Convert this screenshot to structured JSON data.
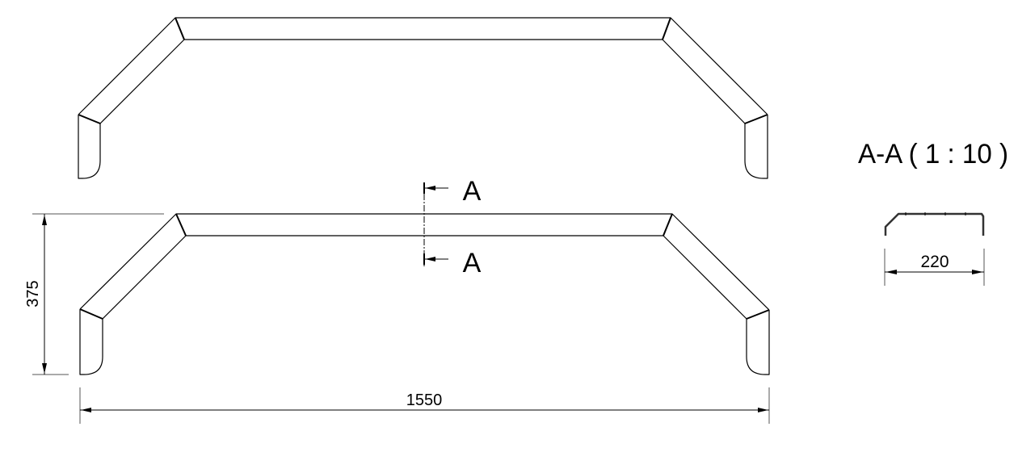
{
  "drawing": {
    "top_view": {
      "label": ""
    },
    "front_view": {
      "height_dimension": "375",
      "width_dimension": "1550"
    },
    "section_markers": {
      "upper_label": "A",
      "lower_label": "A"
    },
    "section_view": {
      "title": "A-A ( 1 : 10 )",
      "width_dimension": "220"
    }
  }
}
